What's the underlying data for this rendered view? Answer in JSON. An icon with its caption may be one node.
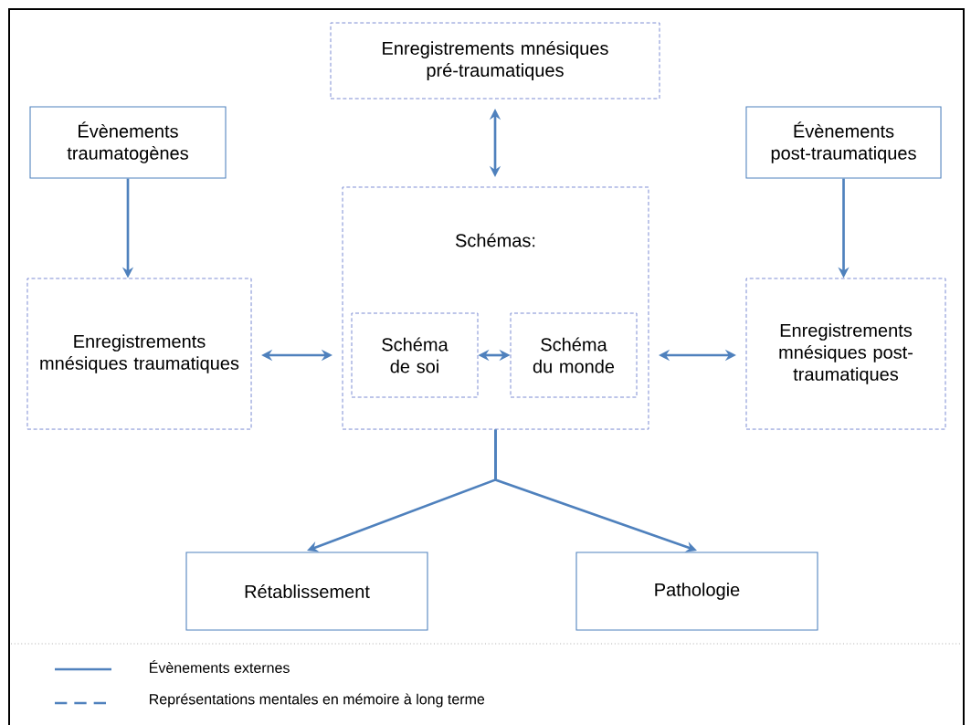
{
  "diagram": {
    "nodes": [
      {
        "text": [
          "Enregistrements mnésiques pré-traumatiques"
        ]
      },
      {
        "text": [
          "Évènements traumatogènes"
        ]
      },
      {
        "text": [
          "Évènements post-traumatiques"
        ]
      },
      {
        "text": [
          "Enregistrements mnésiques traumatiques"
        ]
      },
      {
        "text": [
          "Schémas:"
        ]
      },
      {
        "text": [
          "Schéma de soi"
        ],
        "in": 4
      },
      {
        "text": [
          "Schéma du monde"
        ],
        "in": 4
      },
      {
        "text": [
          "Enregistrements mnésiques post-traumatiques"
        ]
      },
      {
        "text": [
          "Rétablissement"
        ]
      },
      {
        "text": [
          "Pathologie"
        ]
      }
    ],
    "edges": [
      {
        "from": 0,
        "to": 4,
        "arrow": "both"
      },
      {
        "from": 1,
        "to": 3,
        "arrow": "to"
      },
      {
        "from": 2,
        "to": 7,
        "arrow": "to"
      },
      {
        "from": 3,
        "to": 4,
        "arrow": "both"
      },
      {
        "from": 5,
        "to": 6,
        "arrow": "both"
      },
      {
        "from": 4,
        "to": 7,
        "arrow": "both"
      },
      {
        "from": 4,
        "to": 8,
        "arrow": "to"
      },
      {
        "from": 4,
        "to": 9,
        "arrow": "to"
      }
    ],
    "legend": [
      {
        "text": "Évènements externes"
      },
      {
        "text": "Représentations mentales en mémoire à long terme"
      }
    ]
  }
}
